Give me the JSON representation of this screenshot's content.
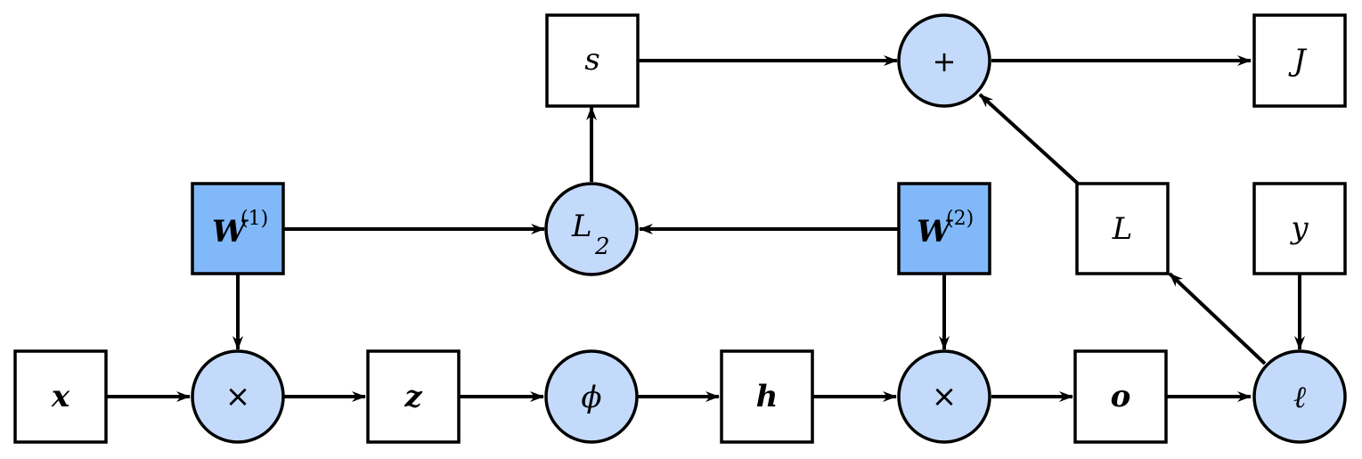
{
  "colors": {
    "parameter_fill": "#80b8f9",
    "operator_fill": "#c3dafb",
    "variable_fill": "#ffffff",
    "stroke": "#000000"
  },
  "nodes": {
    "x": {
      "label": "x",
      "kind": "variable"
    },
    "mul1": {
      "label": "×",
      "kind": "operator"
    },
    "z": {
      "label": "z",
      "kind": "variable"
    },
    "phi": {
      "label": "ϕ",
      "kind": "operator"
    },
    "h": {
      "label": "h",
      "kind": "variable"
    },
    "mul2": {
      "label": "×",
      "kind": "operator"
    },
    "o": {
      "label": "o",
      "kind": "variable"
    },
    "loss": {
      "label": "ℓ",
      "kind": "operator"
    },
    "y": {
      "label": "y",
      "kind": "variable"
    },
    "L": {
      "label": "L",
      "kind": "variable"
    },
    "W1": {
      "label": "W",
      "sup": "(1)",
      "kind": "parameter"
    },
    "W2": {
      "label": "W",
      "sup": "(2)",
      "kind": "parameter"
    },
    "L2": {
      "label": "L",
      "sub": "2",
      "kind": "operator"
    },
    "s": {
      "label": "s",
      "kind": "variable"
    },
    "plus": {
      "label": "+",
      "kind": "operator"
    },
    "J": {
      "label": "J",
      "kind": "variable"
    }
  },
  "edges": [
    [
      "x",
      "mul1"
    ],
    [
      "W1",
      "mul1"
    ],
    [
      "mul1",
      "z"
    ],
    [
      "z",
      "phi"
    ],
    [
      "phi",
      "h"
    ],
    [
      "h",
      "mul2"
    ],
    [
      "W2",
      "mul2"
    ],
    [
      "mul2",
      "o"
    ],
    [
      "o",
      "loss"
    ],
    [
      "y",
      "loss"
    ],
    [
      "loss",
      "L"
    ],
    [
      "L",
      "plus"
    ],
    [
      "W1",
      "L2"
    ],
    [
      "W2",
      "L2"
    ],
    [
      "L2",
      "s"
    ],
    [
      "s",
      "plus"
    ],
    [
      "plus",
      "J"
    ]
  ]
}
